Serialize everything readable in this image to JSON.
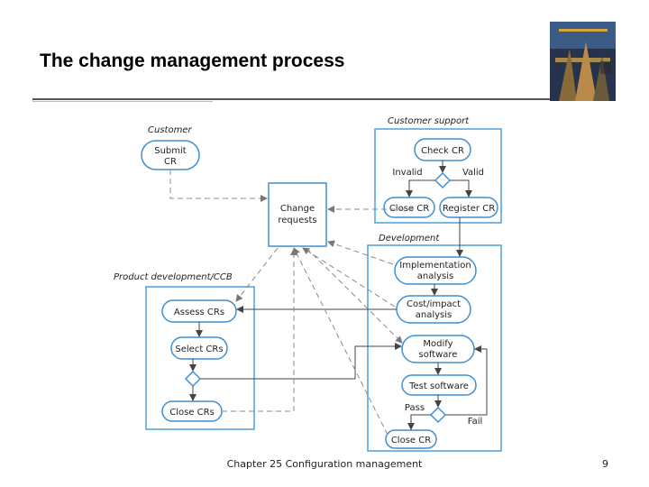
{
  "slide": {
    "title": "The change management process",
    "footer": "Chapter 25 Configuration management",
    "page_number": "9"
  },
  "diagram": {
    "swimlanes": {
      "customer": "Customer",
      "customer_support": "Customer support",
      "development": "Development",
      "product_dev": "Product development/CCB"
    },
    "nodes": {
      "submit_cr": [
        "Submit",
        "CR"
      ],
      "change_requests": [
        "Change",
        "requests"
      ],
      "check_cr": "Check CR",
      "close_cr_support": "Close CR",
      "register_cr": "Register CR",
      "impl_analysis": [
        "Implementation",
        "analysis"
      ],
      "cost_impact": [
        "Cost/impact",
        "analysis"
      ],
      "modify_software": [
        "Modify",
        "software"
      ],
      "test_software": "Test software",
      "close_cr_dev": "Close CR",
      "assess_crs": "Assess CRs",
      "select_crs": "Select CRs",
      "close_crs": "Close CRs"
    },
    "edge_labels": {
      "invalid": "Invalid",
      "valid": "Valid",
      "pass": "Pass",
      "fail": "Fail"
    }
  },
  "colors": {
    "node_stroke": "#3f8fd2",
    "lane_stroke": "#4aa0e0",
    "line": "#555555",
    "dashed": "#8a8a8a"
  }
}
